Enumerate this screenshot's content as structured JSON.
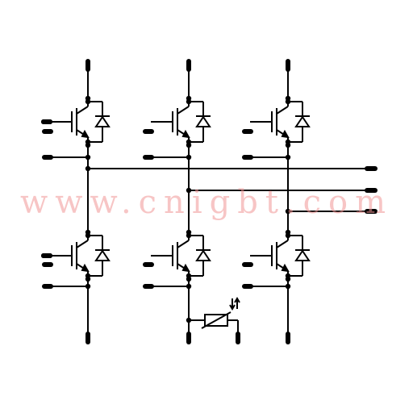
{
  "diagram": {
    "kind": "IGBT six-pack module with NTC thermistor",
    "watermark": "www.cnigbt.com",
    "colors": {
      "line": "#000000",
      "background": "#ffffff",
      "watermark": "#f09696"
    },
    "legs": [
      {
        "name": "leg-1",
        "switches": [
          "high-side-igbt",
          "low-side-igbt"
        ]
      },
      {
        "name": "leg-2",
        "switches": [
          "high-side-igbt",
          "low-side-igbt"
        ]
      },
      {
        "name": "leg-3",
        "switches": [
          "high-side-igbt",
          "low-side-igbt"
        ]
      }
    ],
    "outputs": [
      "output-terminal-1",
      "output-terminal-2",
      "output-terminal-3"
    ],
    "thermistor": {
      "symbol": "ntc-thermistor",
      "marker": "temperature-arrows-icon"
    }
  }
}
